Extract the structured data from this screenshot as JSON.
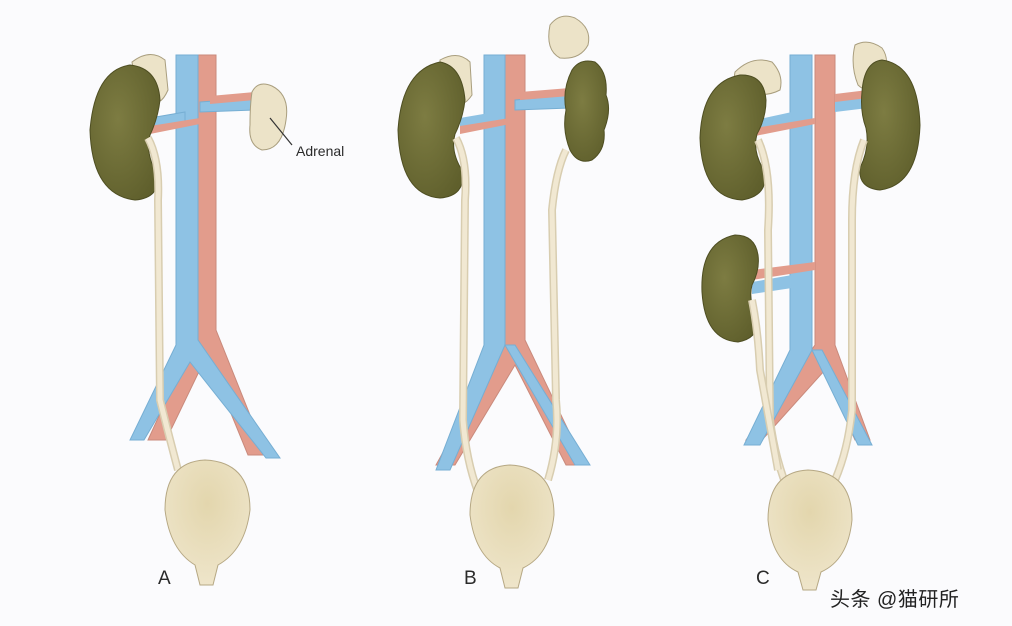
{
  "panels": [
    {
      "letter": "A"
    },
    {
      "letter": "B"
    },
    {
      "letter": "C"
    }
  ],
  "annotation": {
    "adrenal": "Adrenal"
  },
  "watermark": "头条 @猫研所",
  "colors": {
    "kidney": "#7b7a3f",
    "adrenal": "#ece3c8",
    "artery": "#e29c8c",
    "vein": "#8ec2e4",
    "ureter": "#f1e8d2",
    "bladder": "#e6dcb8"
  }
}
